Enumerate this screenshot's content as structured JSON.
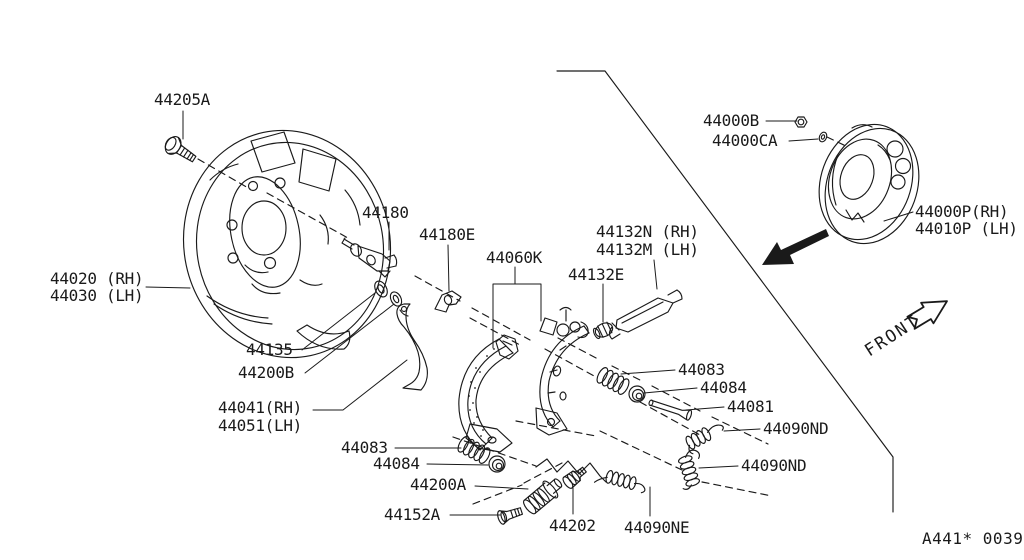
{
  "figure": {
    "type": "exploded parts diagram",
    "subject": "Rear brake backing plate and parking brake shoe assembly",
    "drawing_code": "A441* 0039",
    "front_indicator": "FRONT",
    "line_color": "#1a1a1a",
    "background_color": "#ffffff"
  },
  "icons": {
    "front_arrow": "arrow-outline-up-right",
    "install_arrow": "arrow-solid-down-left"
  },
  "labels": [
    {
      "part": "44205A",
      "text": "44205A"
    },
    {
      "part": "44020-RH",
      "text": "44020 (RH)"
    },
    {
      "part": "44030-LH",
      "text": "44030 (LH)"
    },
    {
      "part": "44180",
      "text": "44180"
    },
    {
      "part": "44180E",
      "text": "44180E"
    },
    {
      "part": "44060K",
      "text": "44060K"
    },
    {
      "part": "44132N-RH",
      "text": "44132N (RH)"
    },
    {
      "part": "44132M-LH",
      "text": "44132M (LH)"
    },
    {
      "part": "44132E",
      "text": "44132E"
    },
    {
      "part": "44000B",
      "text": "44000B"
    },
    {
      "part": "44000CA",
      "text": "44000CA"
    },
    {
      "part": "44000P-RH",
      "text": "44000P(RH)"
    },
    {
      "part": "44010P-LH",
      "text": "44010P (LH)"
    },
    {
      "part": "44135",
      "text": "44135"
    },
    {
      "part": "44200B",
      "text": "44200B"
    },
    {
      "part": "44041-RH",
      "text": "44041(RH)"
    },
    {
      "part": "44051-LH",
      "text": "44051(LH)"
    },
    {
      "part": "44083-left",
      "text": "44083"
    },
    {
      "part": "44084-left",
      "text": "44084"
    },
    {
      "part": "44200A",
      "text": "44200A"
    },
    {
      "part": "44152A",
      "text": "44152A"
    },
    {
      "part": "44202",
      "text": "44202"
    },
    {
      "part": "44090NE",
      "text": "44090NE"
    },
    {
      "part": "44083-right",
      "text": "44083"
    },
    {
      "part": "44084-right",
      "text": "44084"
    },
    {
      "part": "44081",
      "text": "44081"
    },
    {
      "part": "44090ND-upper",
      "text": "44090ND"
    },
    {
      "part": "44090ND-lower",
      "text": "44090ND"
    }
  ]
}
